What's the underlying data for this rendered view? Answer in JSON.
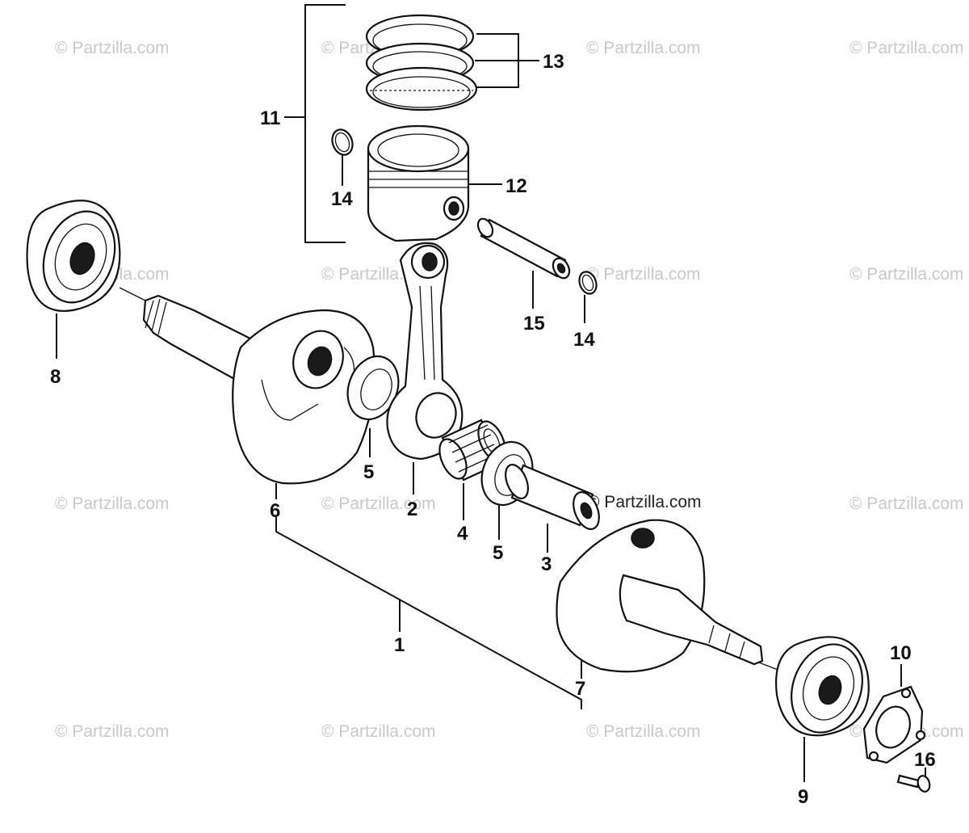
{
  "watermark": "© Partzilla.com",
  "callouts": {
    "p1": "1",
    "p2": "2",
    "p3": "3",
    "p4": "4",
    "p5a": "5",
    "p5b": "5",
    "p6": "6",
    "p7": "7",
    "p8": "8",
    "p9": "9",
    "p10": "10",
    "p11": "11",
    "p12": "12",
    "p13": "13",
    "p14a": "14",
    "p14b": "14",
    "p15": "15",
    "p16": "16"
  }
}
